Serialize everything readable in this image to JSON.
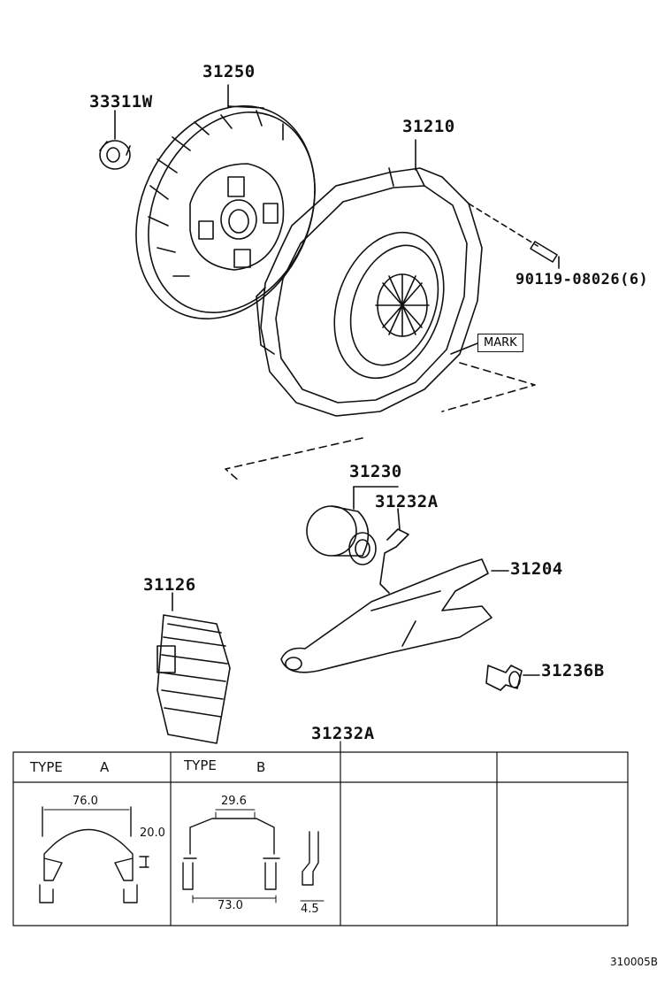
{
  "parts": {
    "p33311W": "33311W",
    "p31250": "31250",
    "p31210": "31210",
    "p90119": "90119-08026(6)",
    "mark": "MARK",
    "p31230": "31230",
    "p31232A_top": "31232A",
    "p31204": "31204",
    "p31126": "31126",
    "p31236B": "31236B"
  },
  "table": {
    "title": "31232A",
    "type_a_label": "TYPE",
    "type_a_value": "A",
    "type_b_label": "TYPE",
    "type_b_value": "B",
    "dims_a": {
      "width": "76.0",
      "height": "20.0"
    },
    "dims_b": {
      "top": "29.6",
      "bottom": "73.0",
      "side": "4.5"
    }
  },
  "footer": {
    "code": "310005B"
  }
}
